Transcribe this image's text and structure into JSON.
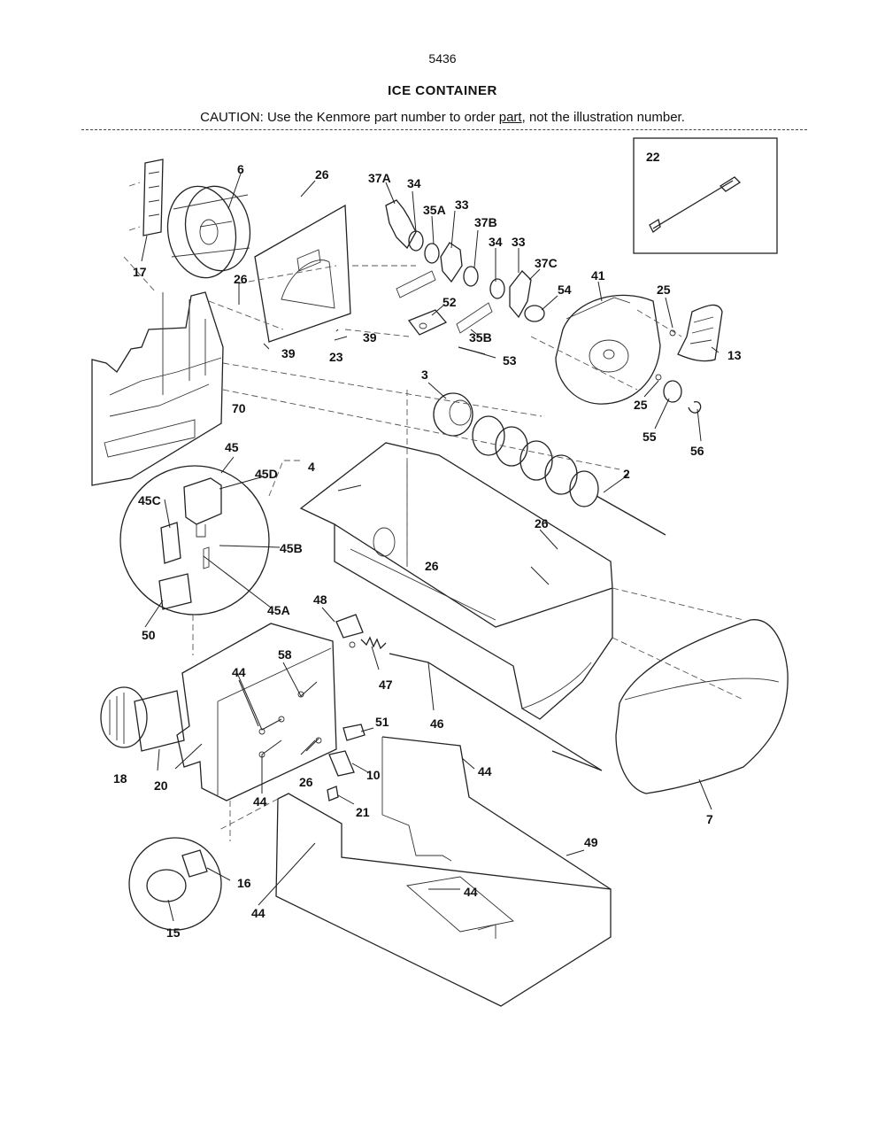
{
  "page_number": "5436",
  "title": "ICE CONTAINER",
  "caution": {
    "prefix": "CAUTION: Use the Kenmore part number to order ",
    "underlined": "part",
    "suffix": ", not the illustration number."
  },
  "callouts": {
    "c2": "2",
    "c3": "3",
    "c4": "4",
    "c6": "6",
    "c7": "7",
    "c10": "10",
    "c13": "13",
    "c15": "15",
    "c16": "16",
    "c17": "17",
    "c18": "18",
    "c20": "20",
    "c21": "21",
    "c22": "22",
    "c23": "23",
    "c25a": "25",
    "c25b": "25",
    "c26a": "26",
    "c26b": "26",
    "c26c": "26",
    "c26d": "26",
    "c26e": "26",
    "c33a": "33",
    "c33b": "33",
    "c34a": "34",
    "c34b": "34",
    "c35a": "35A",
    "c35b": "35B",
    "c37a": "37A",
    "c37b": "37B",
    "c37c": "37C",
    "c39a": "39",
    "c39b": "39",
    "c41": "41",
    "c44a": "44",
    "c44b": "44",
    "c44c": "44",
    "c44d": "44",
    "c44e": "44",
    "c45": "45",
    "c45a": "45A",
    "c45b": "45B",
    "c45c": "45C",
    "c45d": "45D",
    "c46": "46",
    "c47": "47",
    "c48": "48",
    "c49": "49",
    "c50": "50",
    "c51": "51",
    "c52": "52",
    "c53": "53",
    "c54": "54",
    "c55": "55",
    "c56": "56",
    "c58": "58",
    "c70": "70"
  }
}
